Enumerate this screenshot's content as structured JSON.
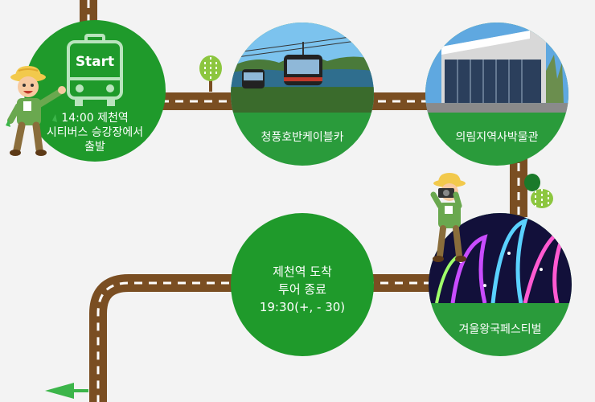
{
  "start": {
    "badge": "Start",
    "line1": "14:00 제천역",
    "line2": "시티버스 승강장에서",
    "line3": "출발"
  },
  "stops": [
    {
      "label": "청풍호반케이블카"
    },
    {
      "label": "의림지역사박물관"
    },
    {
      "label": "겨울왕국페스티벌"
    }
  ],
  "end": {
    "line1": "제천역 도착",
    "line2": "투어 종료",
    "line3": "19:30(+, - 30)"
  },
  "colors": {
    "circle_green": "#1f9a2b",
    "road_brown": "#7a4e22",
    "road_dash": "#ffffff",
    "arrow_green": "#3cb54a",
    "background": "#f3f3f3"
  },
  "icons": [
    "bus-icon",
    "tree-icon",
    "hiker-character",
    "photographer-character",
    "direction-arrow-icon"
  ]
}
